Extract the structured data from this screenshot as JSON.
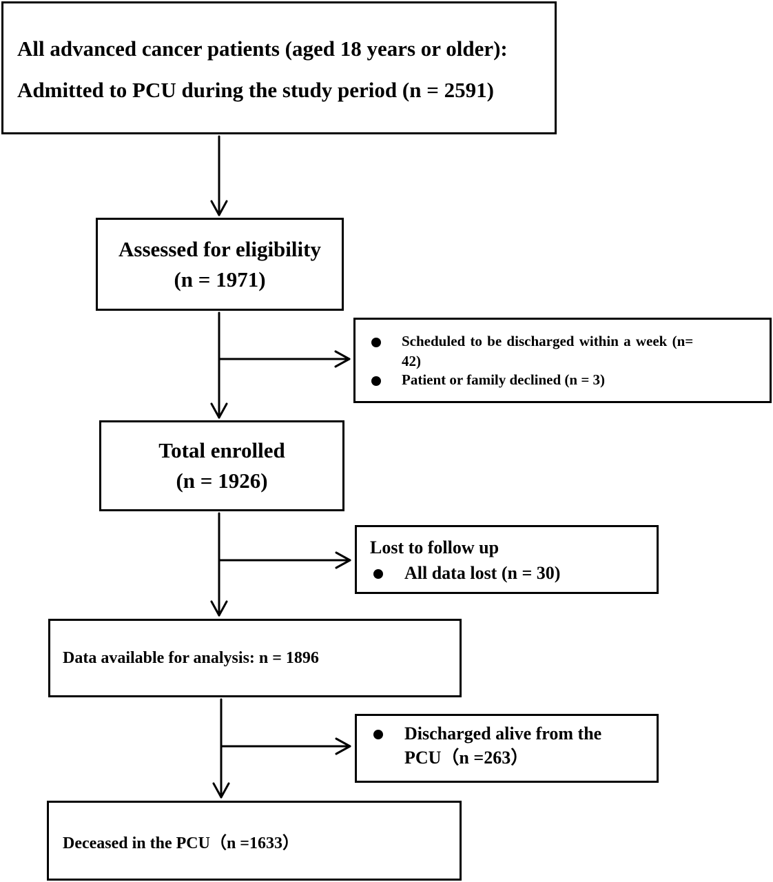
{
  "boxes": {
    "all_patients": {
      "line1": "All advanced cancer patients (aged 18 years or older):",
      "line2": "Admitted to PCU during the study period (n = 2591)"
    },
    "assessed": {
      "line1": "Assessed for eligibility",
      "line2": "(n = 1971)"
    },
    "enrolled": {
      "line1": "Total enrolled",
      "line2": "(n = 1926)"
    },
    "available": {
      "text": "Data available for analysis: n = 1896"
    },
    "deceased": {
      "text": "Deceased in the PCU（n =1633）"
    }
  },
  "exclusions": {
    "first": {
      "items": [
        {
          "line1": "Scheduled  to  be  discharged  within  a  week  (n=",
          "line2": "42)"
        },
        {
          "line1": "Patient or family declined (n = 3)"
        }
      ]
    },
    "lost": {
      "heading": "Lost to follow up",
      "items": [
        {
          "line1": "All data lost (n = 30)"
        }
      ]
    },
    "discharged": {
      "items": [
        {
          "line1": "Discharged alive from the",
          "line2": "PCU（n =263）"
        }
      ]
    }
  }
}
